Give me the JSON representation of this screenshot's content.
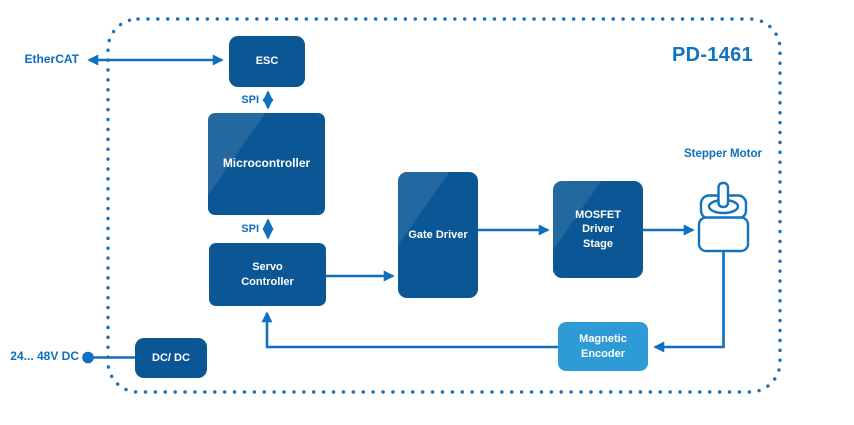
{
  "diagram": {
    "title": "PD-1461",
    "labels": {
      "ethercat": "EtherCAT",
      "spi_top": "SPI",
      "spi_bottom": "SPI",
      "stepper_line1": "Stepper",
      "stepper_line2": "Motor",
      "supply": "24... 48V DC"
    },
    "boxes": {
      "esc": {
        "label": "ESC"
      },
      "microcontroller": {
        "label": "Microcontroller"
      },
      "servo": {
        "line1": "Servo",
        "line2": "Controller"
      },
      "gate_driver": {
        "label": "Gate Driver"
      },
      "mosfet": {
        "line1": "MOSFET",
        "line2": "Driver",
        "line3": "Stage"
      },
      "encoder": {
        "line1": "Magnetic",
        "line2": "Encoder"
      },
      "dcdc": {
        "label": "DC/ DC"
      }
    },
    "icons": {
      "stepper_motor": "stepper-motor-icon"
    },
    "colors": {
      "box_dark_blue": "#0B5795",
      "box_light_blue": "#2E9BD6",
      "line_blue": "#0F70BF",
      "label_blue": "#0E6FBD",
      "title_blue": "#1173BD",
      "dotted_border_blue": "#1A71B8",
      "box_text": "#FFFFFF",
      "background": "#FFFFFF"
    }
  }
}
